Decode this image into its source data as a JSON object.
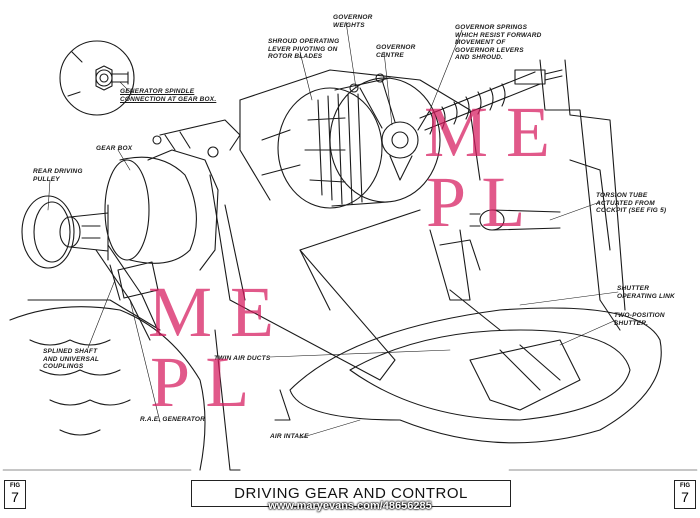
{
  "labels": {
    "generator_spindle": "GENERATOR SPINDLE\nCONNECTION AT GEAR BOX.",
    "governor_weights": "GOVERNOR\nWEIGHTS",
    "shroud_lever": "SHROUD OPERATING\nLEVER PIVOTING ON\nROTOR BLADES",
    "governor_centre": "GOVERNOR\nCENTRE",
    "governor_springs": "GOVERNOR SPRINGS\nWHICH RESIST FORWARD\nMOVEMENT OF\nGOVERNOR LEVERS\nAND SHROUD.",
    "gear_box": "GEAR BOX",
    "rear_driving_pulley": "REAR DRIVING\nPULLEY",
    "torsion_tube": "TORSION TUBE\nACTUATED FROM\nCOCKPIT (SEE FIG 5)",
    "shutter_link": "SHUTTER\nOPERATING LINK",
    "two_position_shutter": "TWO-POSITION\nSHUTTER.",
    "splined_shaft": "SPLINED SHAFT\nAND UNIVERSAL\nCOUPLINGS",
    "twin_air_ducts": "TWIN AIR DUCTS",
    "rae_generator": "R.A.E. GENERATOR",
    "air_intake": "AIR INTAKE"
  },
  "fig_word": "FIG",
  "fig_number": "7",
  "title": "DRIVING GEAR AND CONTROL",
  "watermark": {
    "line1": "M E",
    "line2": "P L",
    "color": "#d61a5e"
  },
  "credit": "www.maryevans.com/48656285",
  "colors": {
    "ink": "#1a1a1a",
    "paper": "#ffffff"
  }
}
